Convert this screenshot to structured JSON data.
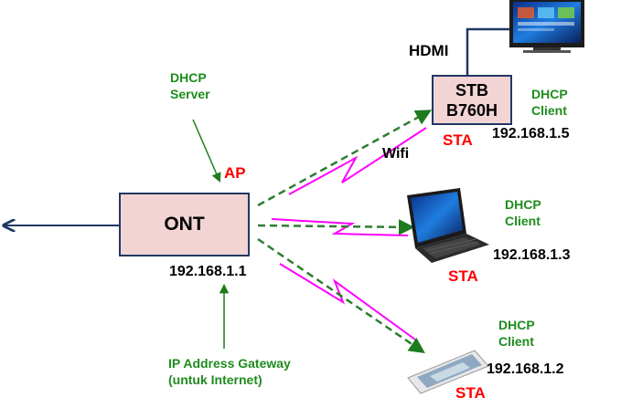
{
  "colors": {
    "box_fill": "#f2d4d4",
    "box_border": "#1f3864",
    "wifi_dash": "#2e7d32",
    "radio_zigzag": "#ff00ff",
    "label_green": "#1e8c1e",
    "label_red": "#ff0000"
  },
  "ont": {
    "label": "ONT",
    "ip": "192.168.1.1",
    "role": "AP"
  },
  "ont_labels": {
    "dhcp_server": [
      "DHCP",
      "Server"
    ],
    "gateway": [
      "IP Address Gateway",
      "(untuk Internet)"
    ]
  },
  "stb": {
    "line1": "STB",
    "line2": "B760H",
    "ip": "192.168.1.5",
    "role": "STA",
    "dhcp": [
      "DHCP",
      "Client"
    ],
    "tv_link": "HDMI",
    "wifi_label": "Wifi"
  },
  "laptop": {
    "ip": "192.168.1.3",
    "role": "STA",
    "dhcp": [
      "DHCP",
      "Client"
    ]
  },
  "phone": {
    "ip": "192.168.1.2",
    "role": "STA",
    "dhcp": [
      "DHCP",
      "Client"
    ]
  },
  "icons": [
    "tv-icon",
    "laptop-icon",
    "smartphone-icon"
  ]
}
